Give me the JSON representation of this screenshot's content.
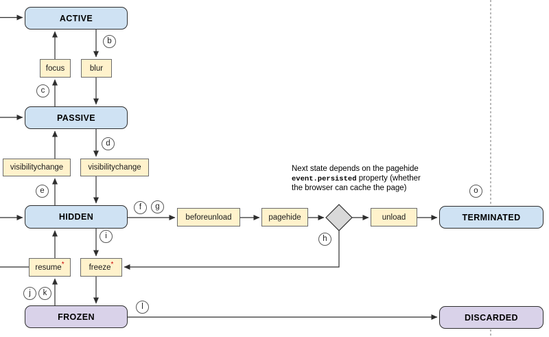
{
  "title": "Page lifecycle state diagram",
  "colors": {
    "state-blue": "#cfe2f3",
    "state-purple": "#d9d2e9",
    "event-fill": "#fff2cc",
    "diamond-fill": "#d9d9d9",
    "accent-red": "#cc0000"
  },
  "states": {
    "active": {
      "label": "ACTIVE"
    },
    "passive": {
      "label": "PASSIVE"
    },
    "hidden": {
      "label": "HIDDEN"
    },
    "frozen": {
      "label": "FROZEN"
    },
    "terminated": {
      "label": "TERMINATED"
    },
    "discarded": {
      "label": "DISCARDED"
    }
  },
  "events": {
    "focus": {
      "label": "focus"
    },
    "blur": {
      "label": "blur"
    },
    "visibilitychange_up": {
      "label": "visibilitychange"
    },
    "visibilitychange_dn": {
      "label": "visibilitychange"
    },
    "beforeunload": {
      "label": "beforeunload"
    },
    "pagehide": {
      "label": "pagehide"
    },
    "unload": {
      "label": "unload"
    },
    "resume": {
      "label": "resume",
      "sup": "*"
    },
    "freeze": {
      "label": "freeze",
      "sup": "*"
    }
  },
  "markers": {
    "b": "b",
    "c": "c",
    "d": "d",
    "e": "e",
    "f": "f",
    "g": "g",
    "h": "h",
    "i": "i",
    "j": "j",
    "k": "k",
    "l": "l",
    "o": "o"
  },
  "annotation": {
    "line1": "Next state depends on the pagehide",
    "line2_code": "event.persisted",
    "line2_rest": " property (whether",
    "line3": "the browser can cache the page)"
  },
  "decision": {
    "name": "pagehide-persisted-decision"
  }
}
